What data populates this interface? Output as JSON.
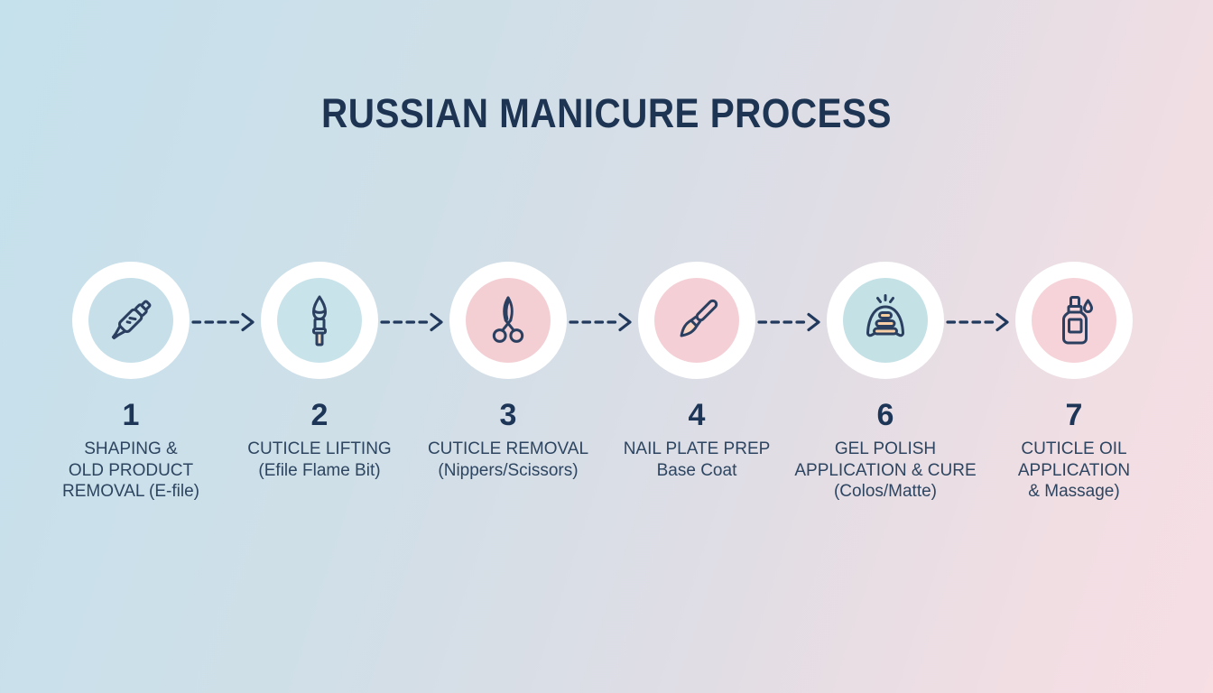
{
  "title": "RUSSIAN MANICURE PROCESS",
  "colors": {
    "title_text": "#1e3453",
    "step_number": "#1d3557",
    "step_label": "#2d4560",
    "icon_stroke": "#2b4060",
    "icon_accent_peach": "#f6cf9e",
    "arrow": "#20395c",
    "circle_ring": "#ffffff",
    "background_top_left": "#c5e1ec",
    "background_bottom_right": "#f7dfe4"
  },
  "steps": [
    {
      "number": "1",
      "icon": "efile-handpiece-icon",
      "circle_color": "#c6dfe9",
      "lines": [
        "SHAPING &",
        "OLD PRODUCT",
        "REMOVAL (E-file)"
      ]
    },
    {
      "number": "2",
      "icon": "flame-bit-icon",
      "circle_color": "#c9e3eb",
      "lines": [
        "CUTICLE LIFTING",
        "(Efile Flame Bit)"
      ]
    },
    {
      "number": "3",
      "icon": "nippers-icon",
      "circle_color": "#f3cfd4",
      "lines": [
        "CUTICLE REMOVAL",
        "(Nippers/Scissors)"
      ]
    },
    {
      "number": "4",
      "icon": "gel-brush-icon",
      "circle_color": "#f4d0d6",
      "lines": [
        "NAIL PLATE PREP",
        "Base Coat"
      ]
    },
    {
      "number": "6",
      "icon": "uv-lamp-icon",
      "circle_color": "#c4e1e6",
      "lines": [
        "GEL POLISH",
        "APPLICATION & CURE",
        "(Colos/Matte)"
      ]
    },
    {
      "number": "7",
      "icon": "cuticle-oil-bottle-icon",
      "circle_color": "#f5d3d8",
      "lines": [
        "CUTICLE OIL",
        "APPLICATION",
        "& Massage)"
      ]
    }
  ]
}
